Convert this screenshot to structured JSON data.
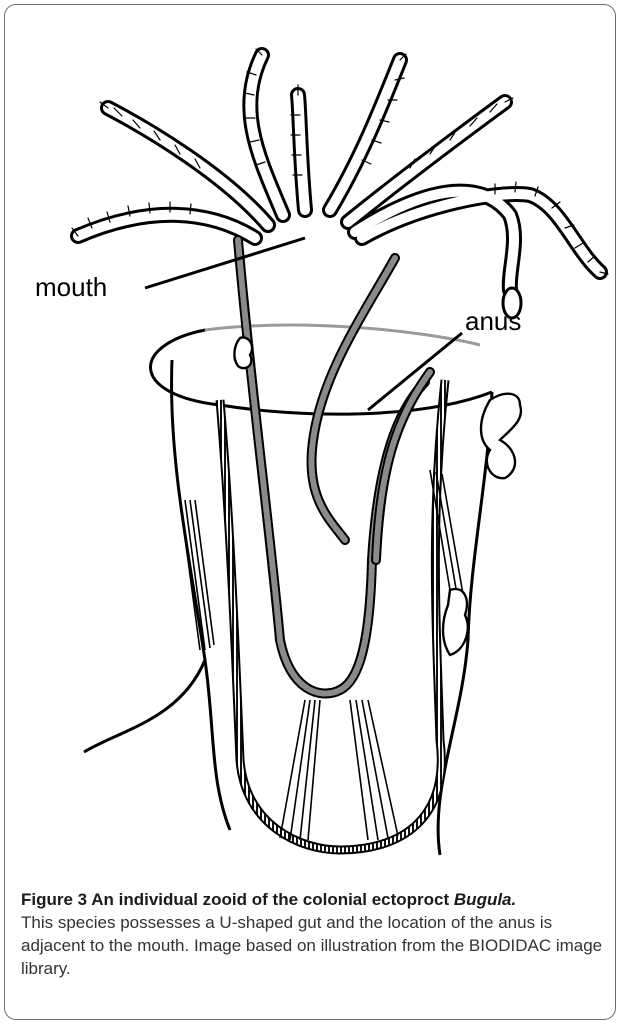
{
  "figure": {
    "labels": {
      "mouth": "mouth",
      "anus": "anus"
    },
    "caption": {
      "number": "Figure 3",
      "title_main": "An individual zooid of the colonial ectoproct",
      "title_genus": "Bugula.",
      "text": "This species possesses a U-shaped gut and the location of the anus is adjacent to the mouth. Image based on illustration from the BIODIDAC image library."
    }
  }
}
